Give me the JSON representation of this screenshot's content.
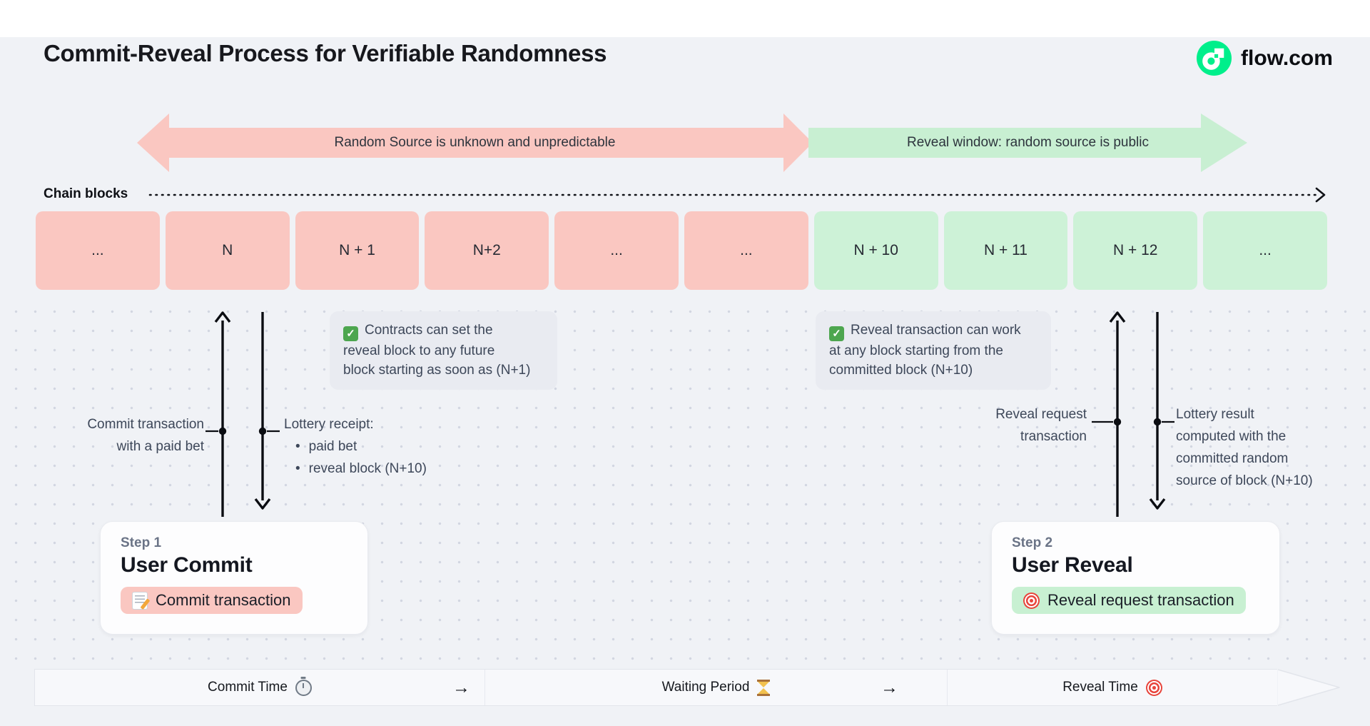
{
  "header": {
    "title": "Commit-Reveal Process for Verifiable Randomness",
    "brand": "flow.com"
  },
  "banners": {
    "commit_phase": "Random Source is unknown and unpredictable",
    "reveal_phase": "Reveal window: random source is public"
  },
  "chain": {
    "label": "Chain blocks",
    "blocks": [
      {
        "label": "...",
        "phase": "committed"
      },
      {
        "label": "N",
        "phase": "committed"
      },
      {
        "label": "N + 1",
        "phase": "committed"
      },
      {
        "label": "N+2",
        "phase": "committed"
      },
      {
        "label": "...",
        "phase": "committed"
      },
      {
        "label": "...",
        "phase": "committed"
      },
      {
        "label": "N + 10",
        "phase": "reveal"
      },
      {
        "label": "N + 11",
        "phase": "reveal"
      },
      {
        "label": "N + 12",
        "phase": "reveal"
      },
      {
        "label": "...",
        "phase": "reveal"
      }
    ]
  },
  "annotations": {
    "commit_note": {
      "icon": "check",
      "text": "Contracts can set the\nreveal block to any future\nblock starting as soon as (N+1)"
    },
    "reveal_note": {
      "icon": "check",
      "text": "Reveal transaction can work\nat any block starting from the\ncommitted block (N+10)"
    }
  },
  "callouts": {
    "commit_tx": "Commit transaction\nwith a paid bet",
    "receipt_title": "Lottery receipt:",
    "receipt_items": [
      "paid bet",
      "reveal block (N+10)"
    ],
    "reveal_tx": "Reveal request\ntransaction",
    "lottery_result": "Lottery result\ncomputed with the\ncommitted random\nsource of block (N+10)"
  },
  "steps": {
    "step1": {
      "kicker": "Step 1",
      "title": "User Commit",
      "pill": "Commit transaction",
      "icon": "memo"
    },
    "step2": {
      "kicker": "Step 2",
      "title": "User Reveal",
      "pill": "Reveal request transaction",
      "icon": "target"
    }
  },
  "timeline": {
    "arrow": "→",
    "items": [
      {
        "label": "Commit Time",
        "icon": "stopwatch"
      },
      {
        "label": "Waiting Period",
        "icon": "hourglass"
      },
      {
        "label": "Reveal Time",
        "icon": "target"
      }
    ]
  },
  "colors": {
    "commit_pink": "#fac7c1",
    "reveal_green": "#cdf2d7",
    "flow_green": "#00ef8b",
    "card_gray": "#e9ebf1"
  }
}
